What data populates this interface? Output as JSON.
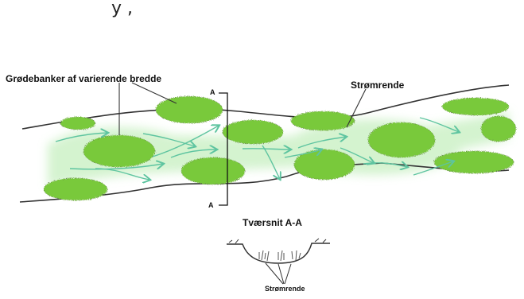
{
  "header_fragment": "y , ",
  "labels": {
    "vegetation_banks": "Grødebanker af varierende bredde",
    "channel": "Strømrende",
    "section_marker_top": "A",
    "section_marker_bottom": "A",
    "cross_section_title": "Tværsnit A-A",
    "cross_section_channel": "Strømrende"
  },
  "colors": {
    "vegetation": "#79c93a",
    "vegetation_glow": "#c6efc0",
    "arrow": "#5ec4a0",
    "line": "#333333"
  }
}
